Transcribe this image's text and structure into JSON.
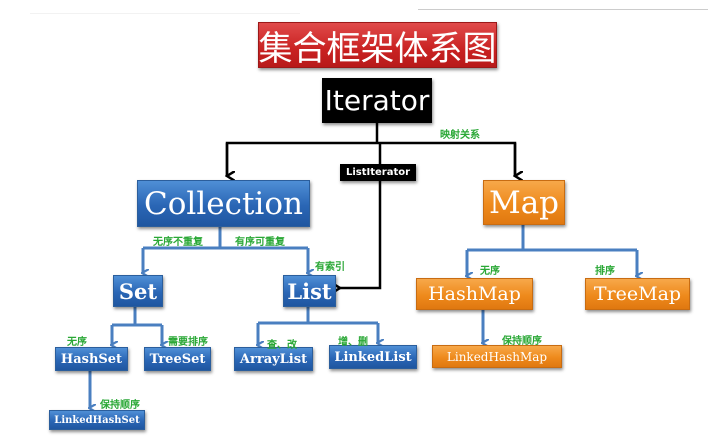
{
  "title": "集合框架体系图",
  "nodes": {
    "iterator": "Iterator",
    "list_iterator": "ListIterator",
    "collection": "Collection",
    "map": "Map",
    "set": "Set",
    "list": "List",
    "hashset": "HashSet",
    "treeset": "TreeSet",
    "arraylist": "ArrayList",
    "linkedlist": "LinkedList",
    "linkedhashset": "LinkedHashSet",
    "hashmap": "HashMap",
    "treemap": "TreeMap",
    "linkedhashmap": "LinkedHashMap"
  },
  "labels": {
    "mapping": "映射关系",
    "unordered_unique": "无序不重复",
    "ordered_repeatable": "有序可重复",
    "indexed": "有索引",
    "set_unordered": "无序",
    "need_sort": "需要排序",
    "query_modify": "查、改",
    "add_delete": "增、删",
    "keep_order_set": "保持顺序",
    "map_unordered": "无序",
    "map_sorted": "排序",
    "keep_order_map": "保持顺序"
  },
  "colors": {
    "blue": "#2a66b5",
    "orange": "#ee8a1c",
    "red": "#c92222",
    "green": "#2aa836",
    "connector_blue": "#4a7fc0"
  }
}
